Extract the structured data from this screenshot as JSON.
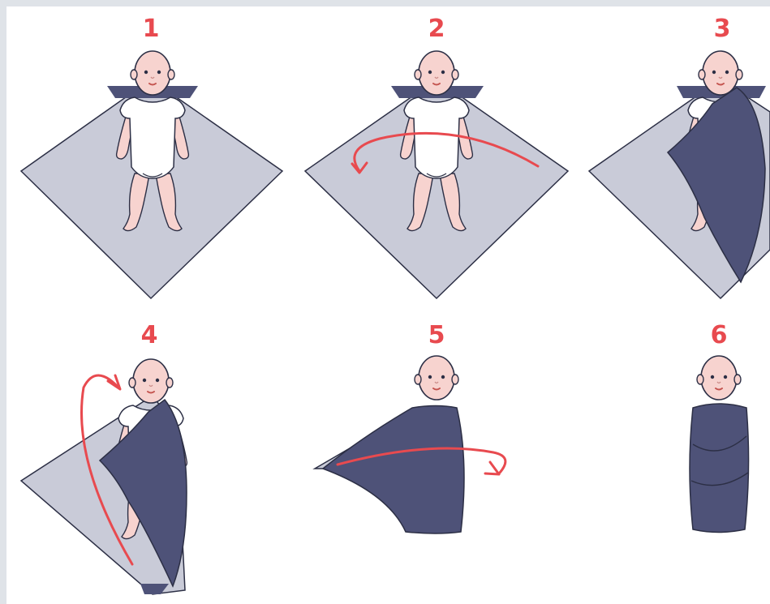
{
  "steps": [
    {
      "number": "1"
    },
    {
      "number": "2"
    },
    {
      "number": "3"
    },
    {
      "number": "4"
    },
    {
      "number": "5"
    },
    {
      "number": "6"
    }
  ],
  "colors": {
    "background": "#dfe3e8",
    "panel": "#ffffff",
    "blanket_light": "#c9cbd8",
    "blanket_dark": "#4e5278",
    "skin": "#f7d3cf",
    "onesie": "#ffffff",
    "outline": "#2c2f45",
    "arrow": "#e84a4f"
  }
}
